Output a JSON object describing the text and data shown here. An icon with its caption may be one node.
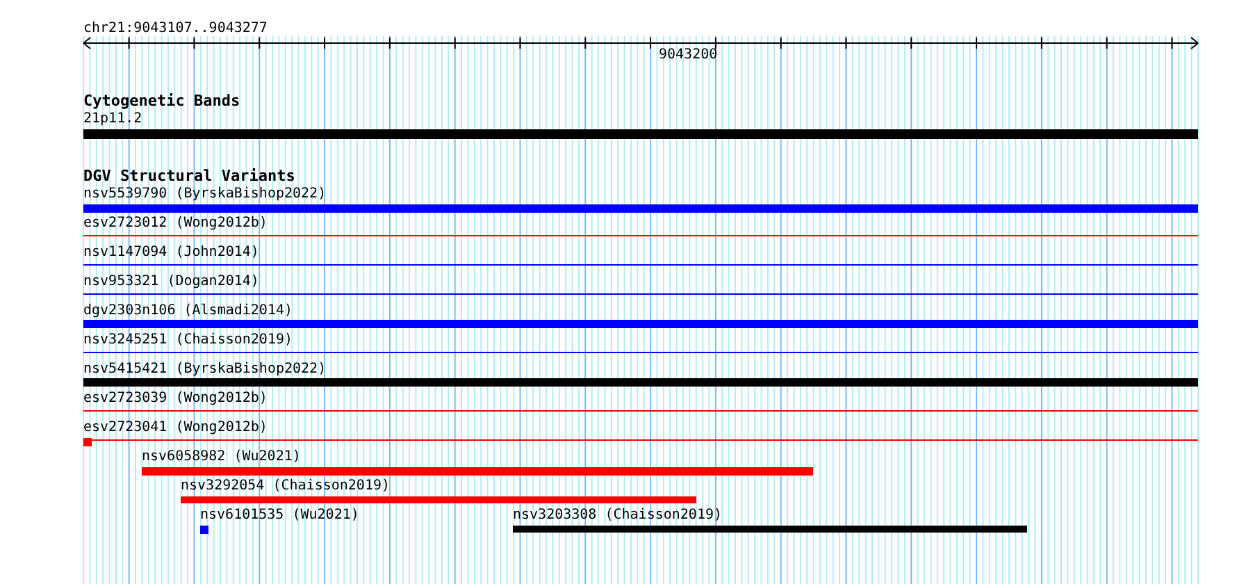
{
  "diagram": {
    "nodes": [
      {
        "text": [
          "Cytogenetic Bands"
        ]
      },
      {
        "text": [
          "21p11.2"
        ],
        "in": 0
      },
      {
        "text": [
          "DGV Structural Variants"
        ]
      },
      {
        "text": [
          "nsv5539790 (ByrskaBishop2022)"
        ],
        "in": 2
      },
      {
        "text": [
          "esv2723012 (Wong2012b)"
        ],
        "in": 2
      },
      {
        "text": [
          "nsv1147094 (John2014)"
        ],
        "in": 2
      },
      {
        "text": [
          "nsv953321 (Dogan2014)"
        ],
        "in": 2
      },
      {
        "text": [
          "dgv2303n106 (Alsmadi2014)"
        ],
        "in": 2
      },
      {
        "text": [
          "nsv3245251 (Chaisson2019)"
        ],
        "in": 2
      },
      {
        "text": [
          "nsv5415421 (ByrskaBishop2022)"
        ],
        "in": 2
      },
      {
        "text": [
          "esv2723039 (Wong2012b)"
        ],
        "in": 2
      },
      {
        "text": [
          "esv2723041 (Wong2012b)"
        ],
        "in": 2
      },
      {
        "text": [
          "nsv6058982 (Wu2021)"
        ],
        "in": 2
      },
      {
        "text": [
          "nsv3292054 (Chaisson2019)"
        ],
        "in": 2
      },
      {
        "text": [
          "nsv6101535 (Wu2021)"
        ],
        "in": 2
      },
      {
        "text": [
          "nsv3203308 (Chaisson2019)"
        ],
        "in": 2
      }
    ],
    "labels": [
      "chr21:9043107..9043277",
      "9043200"
    ]
  }
}
